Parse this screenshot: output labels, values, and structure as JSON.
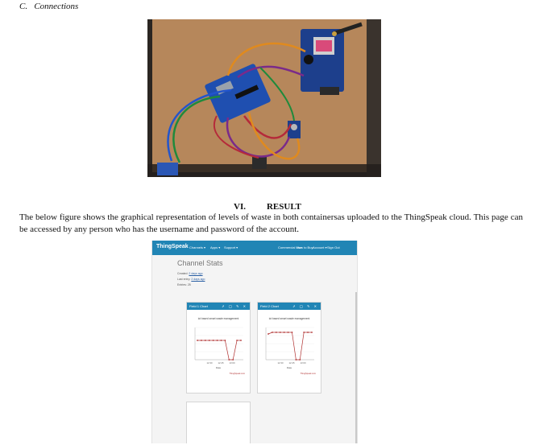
{
  "subsection": {
    "label": "C.",
    "title": "Connections"
  },
  "section": {
    "number": "VI.",
    "title": "RESULT"
  },
  "paragraph": "The below figure shows the graphical representation of levels of waste in both containersas uploaded to the ThingSpeak cloud. This page can be accessed by any person who has the username and password of the account.",
  "thingspeak": {
    "logo": "ThingSpeak",
    "nav_left": [
      "Channels ▾",
      "Apps ▾",
      "Support ▾"
    ],
    "nav_right": [
      "Commercial Use",
      "How to Buy",
      "Account ▾",
      "Sign Out"
    ],
    "page_title": "Channel Stats",
    "stats": [
      {
        "label": "Created:",
        "value": "2 days ago"
      },
      {
        "label": "Last entry:",
        "value": "2 days ago"
      },
      {
        "label": "Entries:",
        "value": "25"
      }
    ],
    "charts": [
      {
        "header": "Field 1 Chart",
        "icons": "⇗ ◯ ✎ ✕",
        "chart_title": "iot based smart waste management",
        "xlabel": "Date",
        "x_ticks": [
          "12:30",
          "12:45",
          "13:00"
        ],
        "footer": "ThingSpeak.com",
        "values": [
          6,
          6,
          6,
          6,
          6,
          6,
          6,
          6,
          0,
          0,
          6,
          6
        ]
      },
      {
        "header": "Field 2 Chart",
        "icons": "⇗ ◯ ✎ ✕",
        "chart_title": "iot based smart waste management",
        "xlabel": "Date",
        "x_ticks": [
          "12:30",
          "12:45",
          "13:00"
        ],
        "footer": "ThingSpeak.com",
        "values": [
          8,
          8.5,
          8.5,
          8.5,
          8.5,
          8.5,
          8.5,
          0,
          0,
          8.5,
          8.5,
          8.5
        ]
      }
    ]
  },
  "colors": {
    "nav": "#2185b5",
    "series": "#b03030",
    "board_blue": "#1d3f8c",
    "wire_orange": "#e08a1e"
  }
}
